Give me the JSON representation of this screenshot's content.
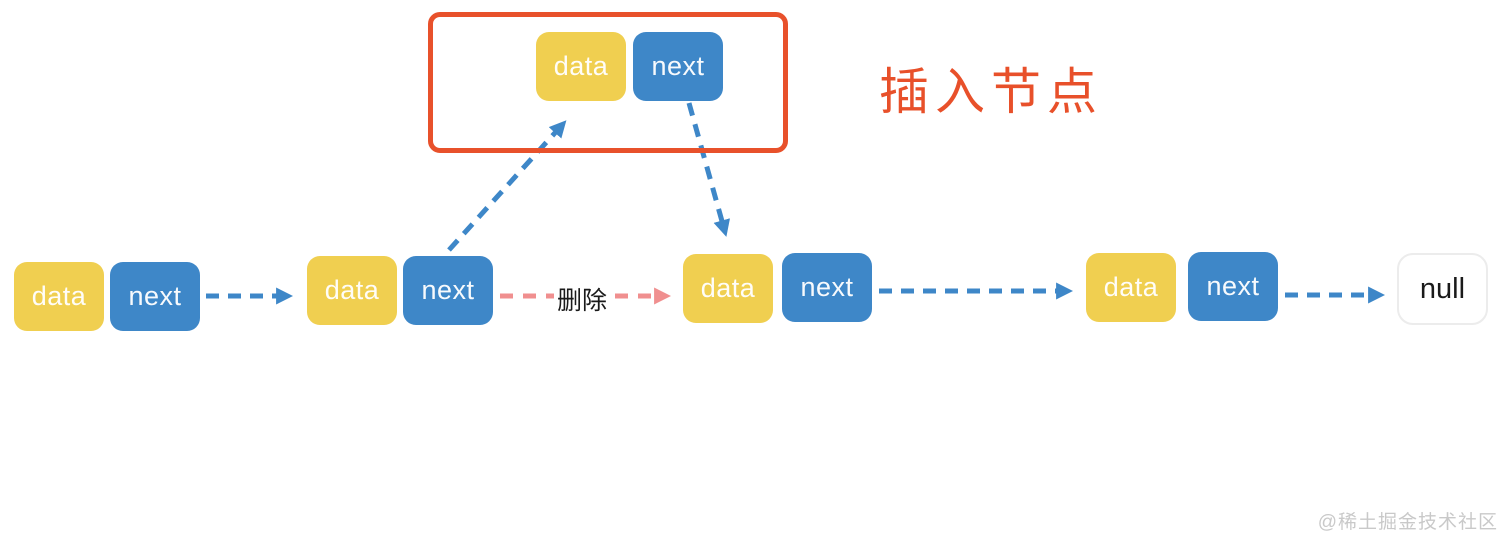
{
  "diagram": {
    "caption": "插入节点",
    "delete_label": "删除",
    "inserted_node": {
      "data_label": "data",
      "next_label": "next"
    },
    "nodes": [
      {
        "data_label": "data",
        "next_label": "next"
      },
      {
        "data_label": "data",
        "next_label": "next"
      },
      {
        "data_label": "data",
        "next_label": "next"
      },
      {
        "data_label": "data",
        "next_label": "next"
      }
    ],
    "null_label": "null"
  },
  "colors": {
    "data_box_yellow": "#F0CF50",
    "next_box_blue": "#3E87C8",
    "insert_frame_red": "#E8512B",
    "caption_orange": "#E8502A",
    "delete_arrow_pink": "#F08F8F",
    "box_text": "#FFFFFF",
    "null_text": "#1A1A1A",
    "watermark_gray": "#C9C9C9"
  },
  "watermark": "@稀土掘金技术社区"
}
